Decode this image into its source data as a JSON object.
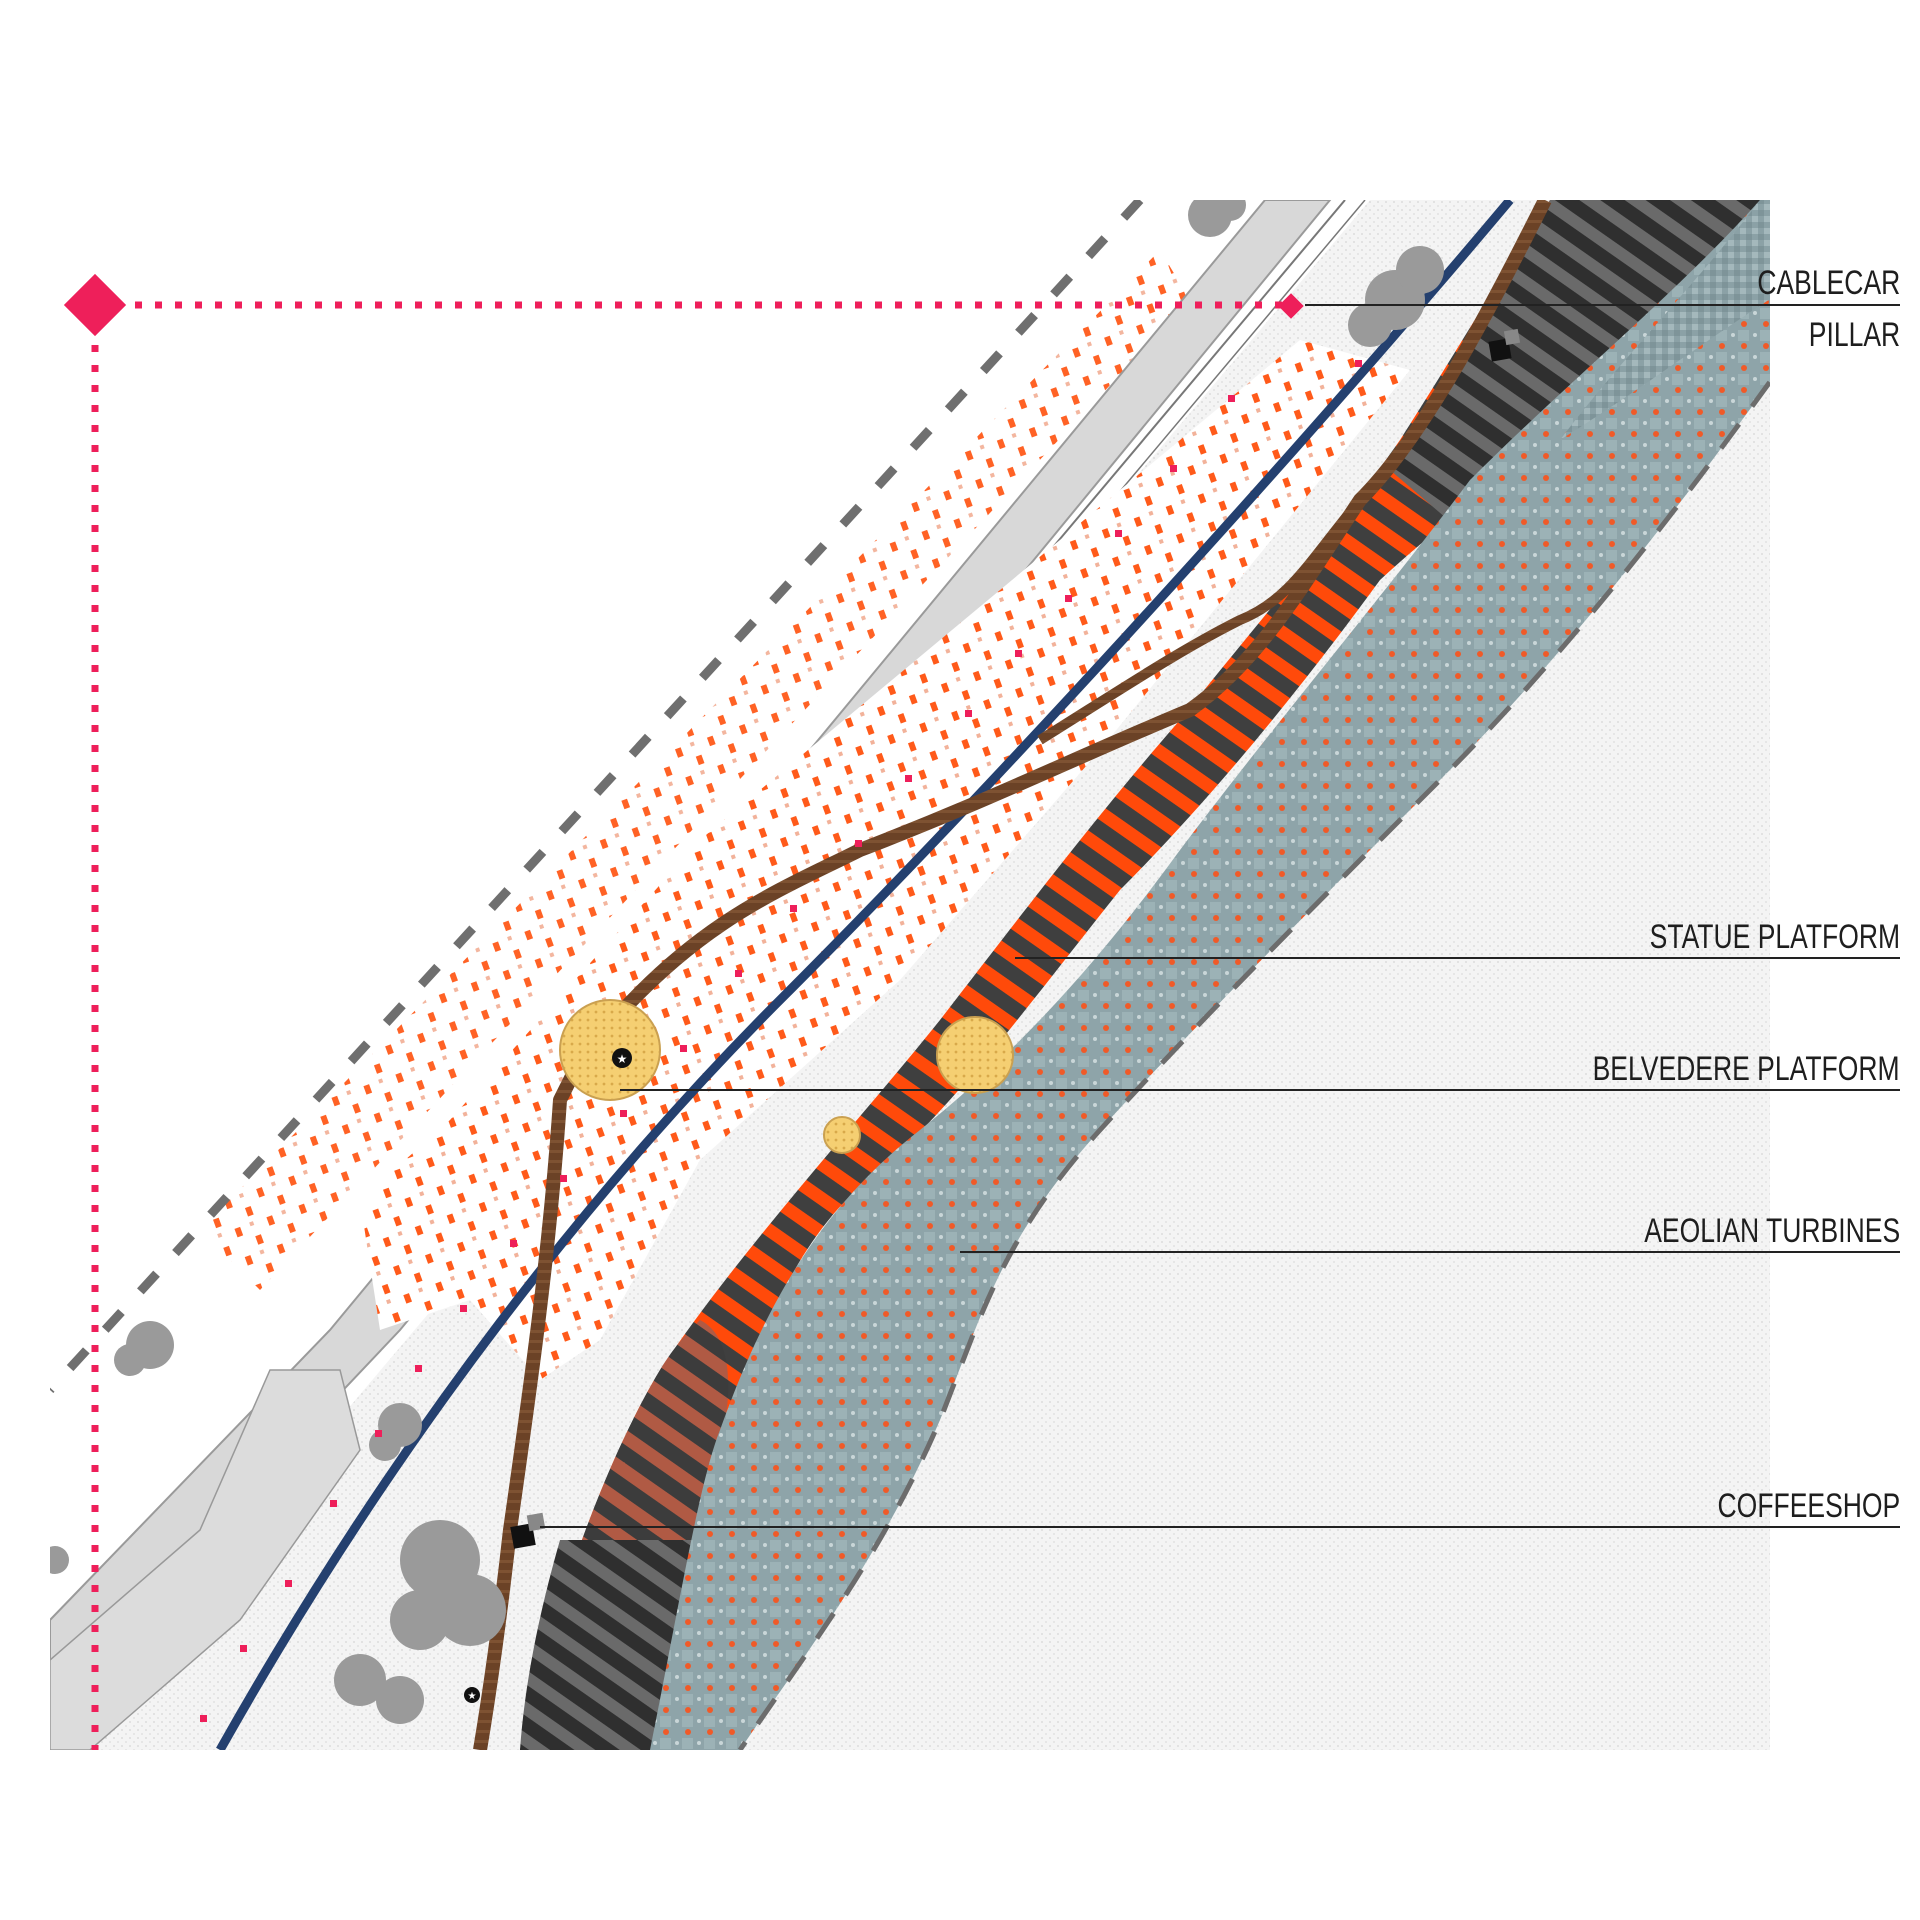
{
  "labels": {
    "cablecar_line1": "CABLECAR",
    "cablecar_line2": "PILLAR",
    "statue": "STATUE PLATFORM",
    "belvedere": "BELVEDERE PLATFORM",
    "aeolian": "AEOLIAN  TURBINES",
    "coffeeshop": "COFFEESHOP"
  },
  "colors": {
    "accent_pink": "#ee1f5a",
    "orange": "#ff4a0a",
    "boardwalk_brown": "#6b4226",
    "water_blue": "#24406f",
    "road_gray": "#d7d7d7",
    "dark_stripe": "#4a4a4a",
    "teal_gray": "#8fa6ab",
    "platform_yellow": "#f3c863"
  },
  "icons": [
    "cablecar-pillar-icon",
    "coffeeshop-icon",
    "statue-icon",
    "tree-icon"
  ]
}
